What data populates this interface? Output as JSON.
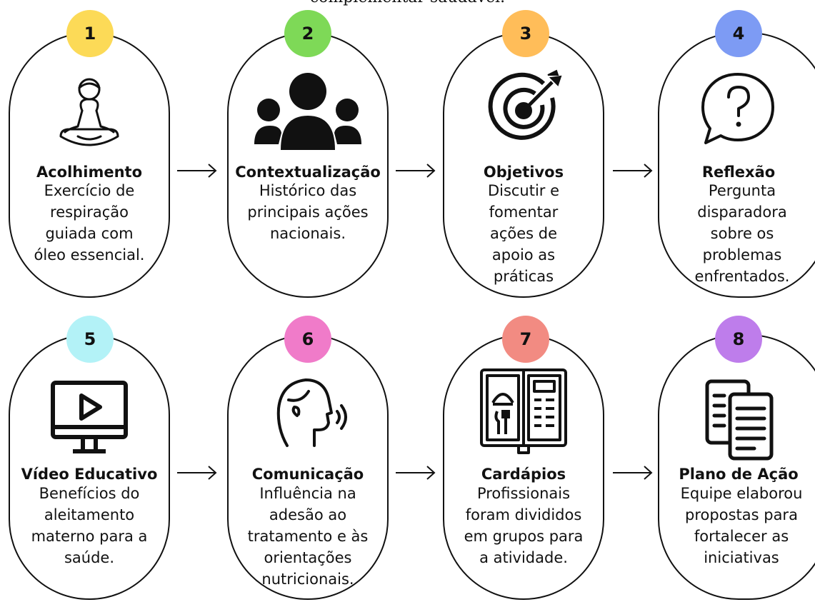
{
  "header": {
    "title": "complementar saudável."
  },
  "steps": [
    {
      "number": "1",
      "title": "Acolhimento",
      "desc": "Exercício de respiração guiada com óleo essencial.",
      "color": "#FCDA57",
      "icon": "meditation-icon"
    },
    {
      "number": "2",
      "title": "Contextualização",
      "desc": "Histórico das principais ações nacionais.",
      "color": "#7ED957",
      "icon": "group-icon"
    },
    {
      "number": "3",
      "title": "Objetivos",
      "desc": "Discutir e fomentar ações de apoio as práticas",
      "color": "#FFBD59",
      "icon": "target-icon"
    },
    {
      "number": "4",
      "title": "Reflexão",
      "desc": "Pergunta disparadora sobre os problemas enfrentados.",
      "color": "#7D9BF4",
      "icon": "question-bubble-icon"
    },
    {
      "number": "5",
      "title": "Vídeo Educativo",
      "desc": "Benefícios do aleitamento materno para a saúde.",
      "color": "#B3F2F7",
      "icon": "video-monitor-icon"
    },
    {
      "number": "6",
      "title": "Comunicação",
      "desc": "Influência na adesão ao tratamento e às orientações nutricionais.",
      "color": "#F07BC9",
      "icon": "speaking-person-icon"
    },
    {
      "number": "7",
      "title": "Cardápios",
      "desc": "Profissionais foram divididos em grupos para a atividade.",
      "color": "#F28B82",
      "icon": "menu-book-icon"
    },
    {
      "number": "8",
      "title": "Plano de Ação",
      "desc": "Equipe elaborou propostas para fortalecer as iniciativas",
      "color": "#BE7DEB",
      "icon": "documents-icon"
    }
  ]
}
